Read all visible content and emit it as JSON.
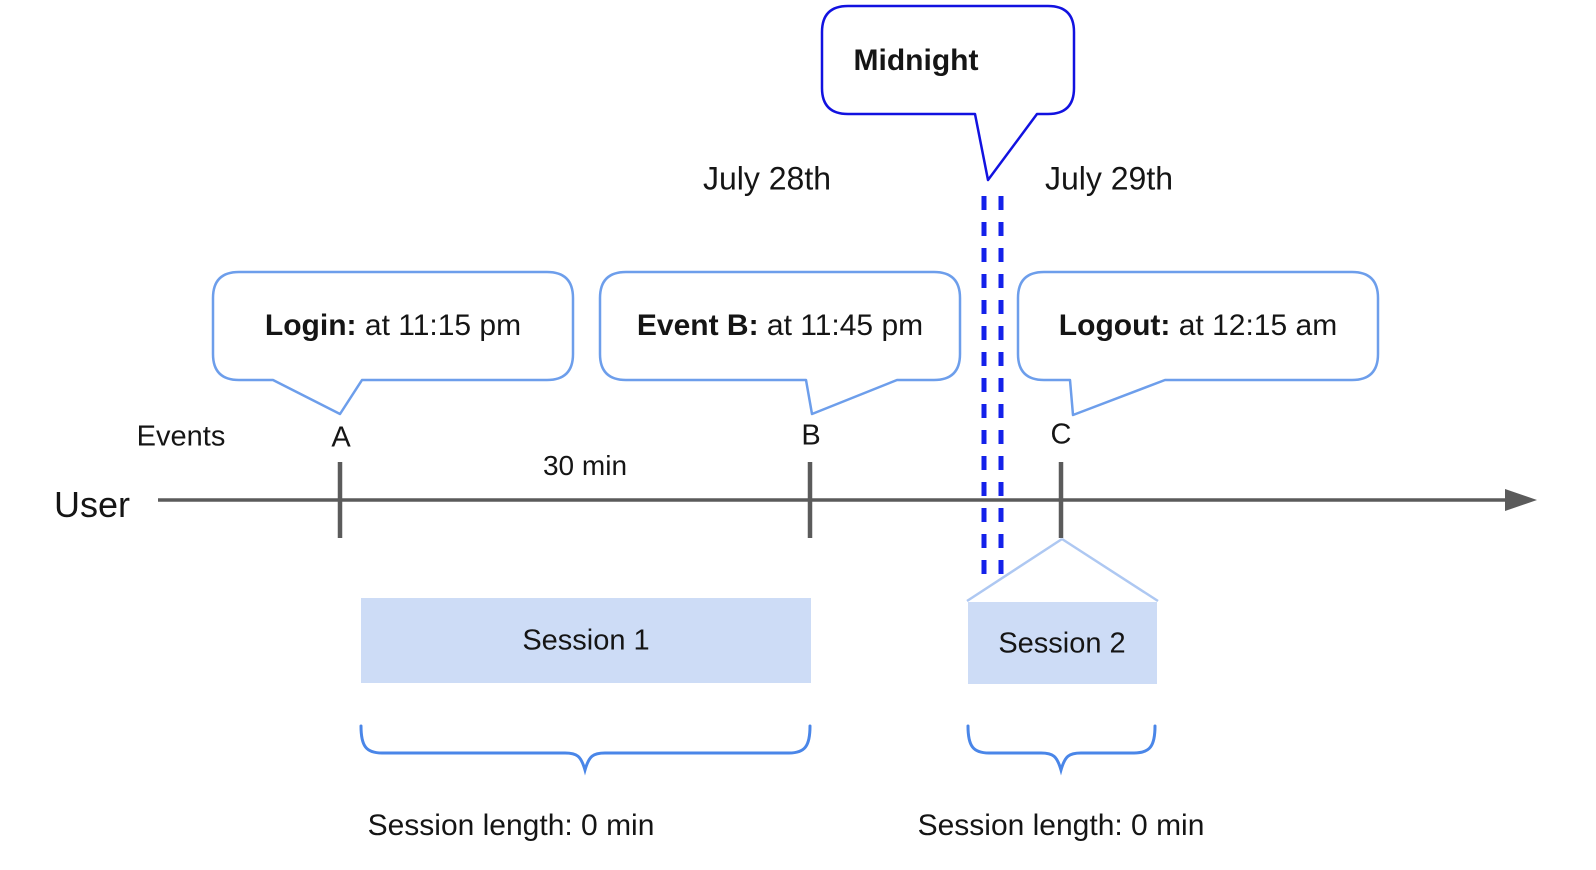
{
  "title": "User session timeline diagram",
  "colors": {
    "midnight_border_blue": "#1212e0",
    "dashed_line_blue": "#1421ea",
    "callout_border_blue": "#6d9eeb",
    "brace_blue": "#4a86e8",
    "connector_light_blue": "#aec8f2",
    "session_fill_blue": "#cddcf6",
    "axis_gray": "#5b5b5b",
    "text_black": "#151515"
  },
  "callouts": {
    "midnight": {
      "label": "Midnight"
    },
    "login": {
      "bold": "Login:",
      "text": " at 11:15 pm"
    },
    "event_b": {
      "bold": "Event B:",
      "text": " at 11:45 pm"
    },
    "logout": {
      "bold": "Logout:",
      "text": " at 12:15 am"
    }
  },
  "dates": {
    "left": "July 28th",
    "right": "July 29th"
  },
  "timeline": {
    "axis_label": "User",
    "events_label": "Events",
    "markers": [
      "A",
      "B",
      "C"
    ],
    "interval_label": "30 min"
  },
  "sessions": [
    {
      "name": "Session 1",
      "length_label": "Session length: 0 min"
    },
    {
      "name": "Session 2",
      "length_label": "Session length: 0 min"
    }
  ]
}
